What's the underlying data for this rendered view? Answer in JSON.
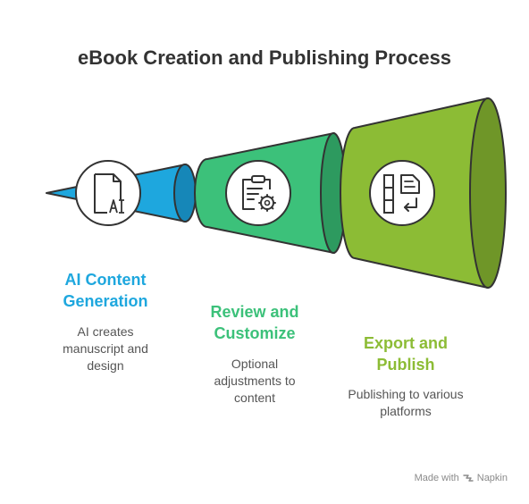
{
  "title": "eBook Creation and Publishing Process",
  "colors": {
    "stage1": "#1ea7de",
    "stage1_dark": "#1687b8",
    "stage2": "#3cc17a",
    "stage2_dark": "#2d9a5f",
    "stage3": "#8cbc35",
    "stage3_dark": "#6f9628",
    "outline": "#333333"
  },
  "stages": [
    {
      "title": [
        "AI Content",
        "Generation"
      ],
      "description": [
        "AI creates",
        "manuscript and",
        "design"
      ],
      "icon": "ai-document-icon"
    },
    {
      "title": [
        "Review and",
        "Customize"
      ],
      "description": [
        "Optional",
        "adjustments to",
        "content"
      ],
      "icon": "clipboard-gear-icon"
    },
    {
      "title": [
        "Export and",
        "Publish"
      ],
      "description": [
        "Publishing to various",
        "platforms"
      ],
      "icon": "export-document-icon"
    }
  ],
  "footer": {
    "made_with": "Made with",
    "brand": "Napkin",
    "icon": "napkin-logo-icon"
  }
}
